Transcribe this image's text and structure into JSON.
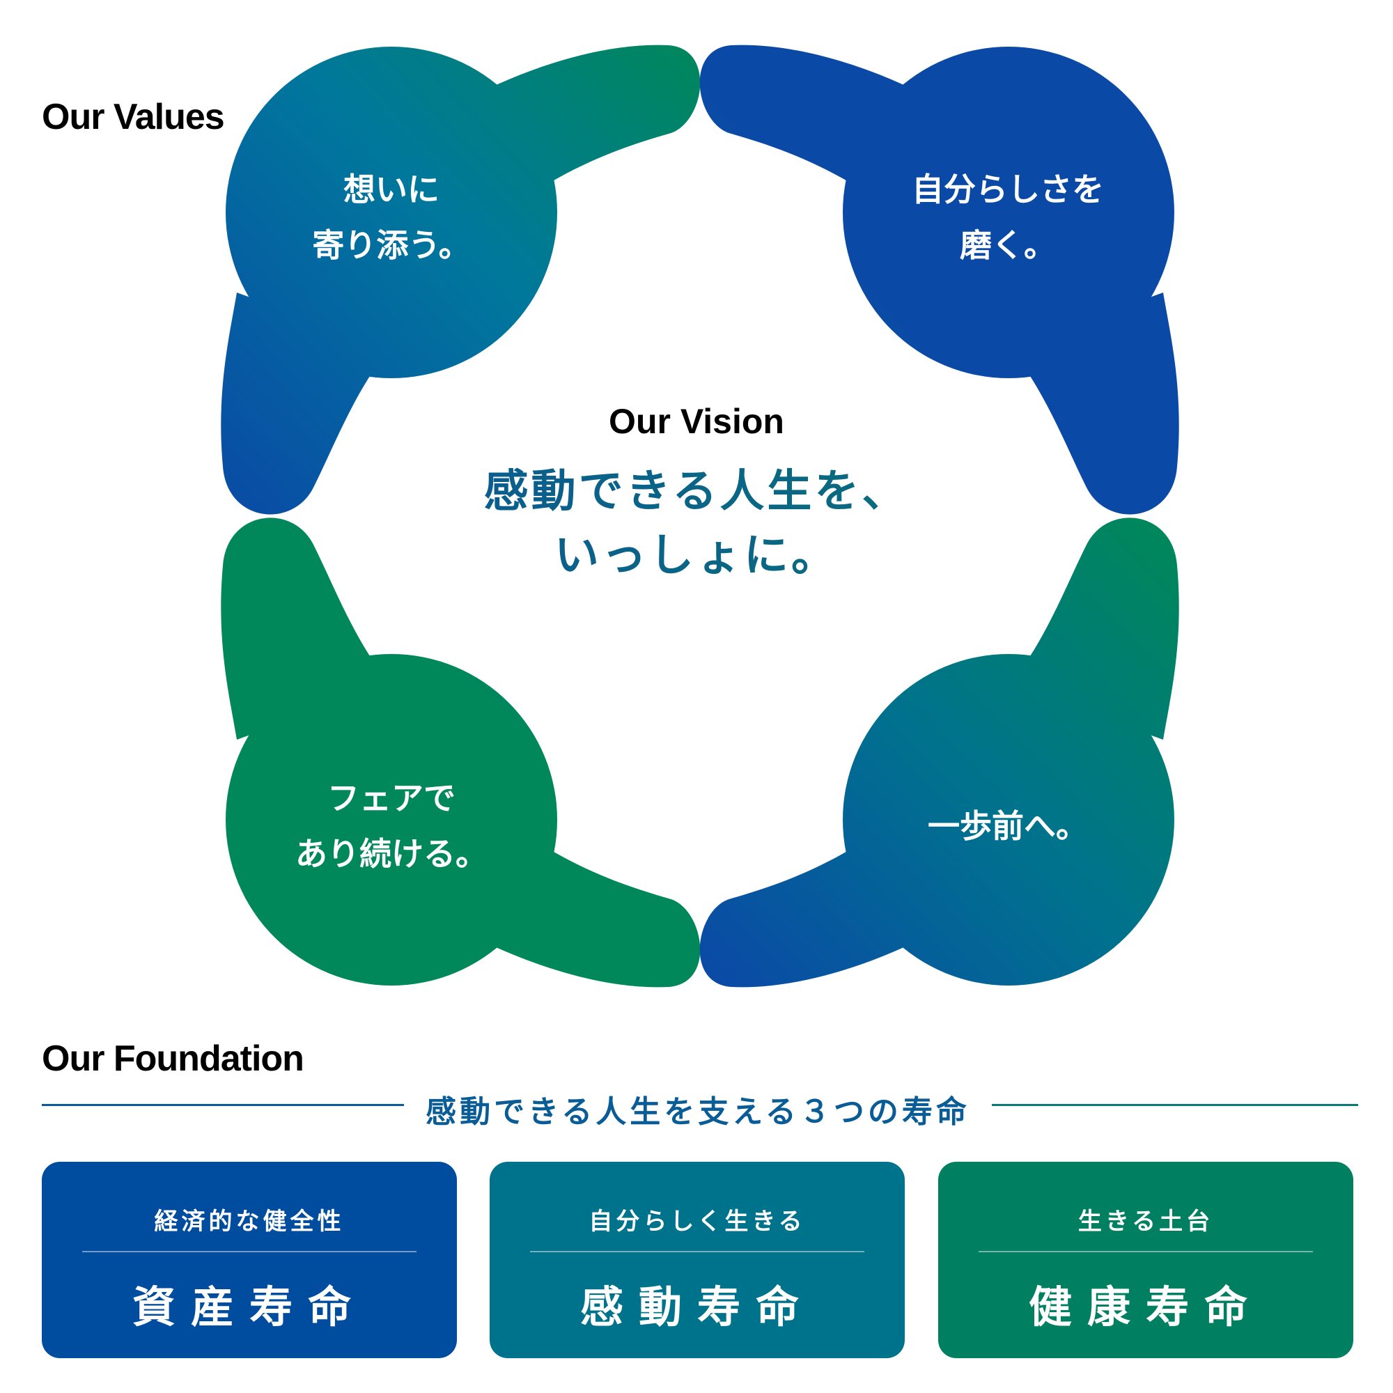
{
  "values": {
    "heading": "Our Values",
    "items": [
      {
        "lines": [
          "想いに",
          "寄り添う。"
        ]
      },
      {
        "lines": [
          "自分らしさを",
          "磨く。"
        ]
      },
      {
        "lines": [
          "フェアで",
          "あり続ける。"
        ]
      },
      {
        "lines": [
          "一歩前へ。"
        ]
      }
    ]
  },
  "vision": {
    "title": "Our Vision",
    "lines": [
      "感動できる人生を、",
      "いっしょに。"
    ]
  },
  "foundation": {
    "heading": "Our Foundation",
    "subtitle": "感動できる人生を支える３つの寿命",
    "cards": [
      {
        "subtitle": "経済的な健全性",
        "title": "資産寿命",
        "color": "#004c9f"
      },
      {
        "subtitle": "自分らしく生きる",
        "title": "感動寿命",
        "color": "#00738c"
      },
      {
        "subtitle": "生きる土台",
        "title": "健康寿命",
        "color": "#008060"
      }
    ]
  },
  "colors": {
    "blue": "#004c9f",
    "teal": "#00738c",
    "green": "#008060"
  }
}
